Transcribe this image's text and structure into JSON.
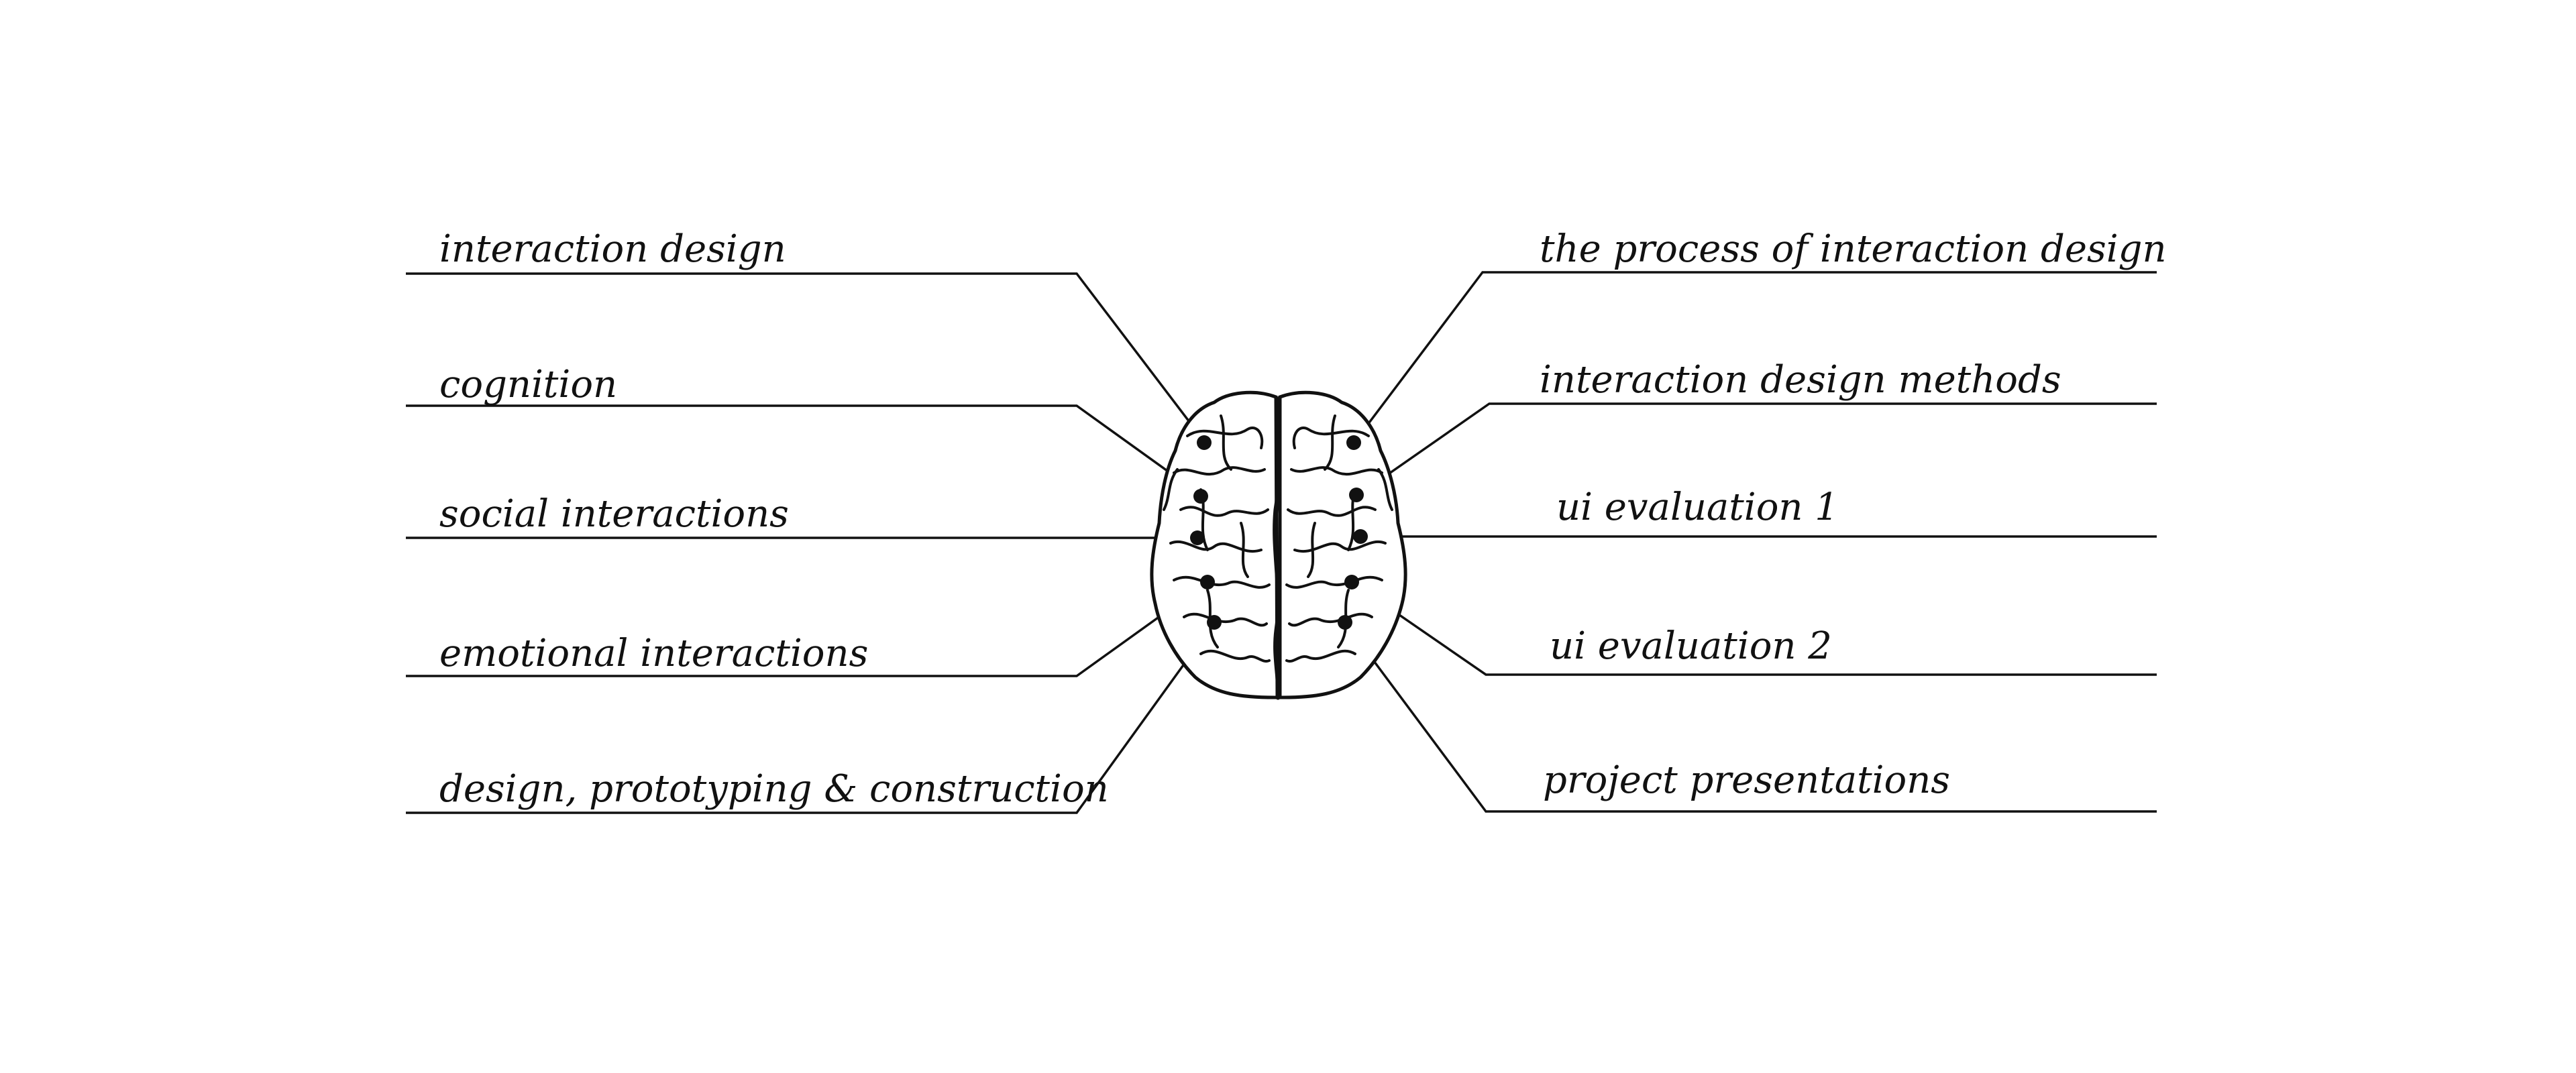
{
  "diagram": {
    "left_labels": [
      {
        "text": "interaction design"
      },
      {
        "text": "cognition"
      },
      {
        "text": "social interactions"
      },
      {
        "text": "emotional interactions"
      },
      {
        "text": "design, prototyping & construction"
      }
    ],
    "right_labels": [
      {
        "text": "the process of interaction design"
      },
      {
        "text": "interaction design methods"
      },
      {
        "text": "ui evaluation 1"
      },
      {
        "text": "ui evaluation 2"
      },
      {
        "text": "project presentations"
      }
    ],
    "center_image": {
      "icon": "brain-icon"
    }
  }
}
